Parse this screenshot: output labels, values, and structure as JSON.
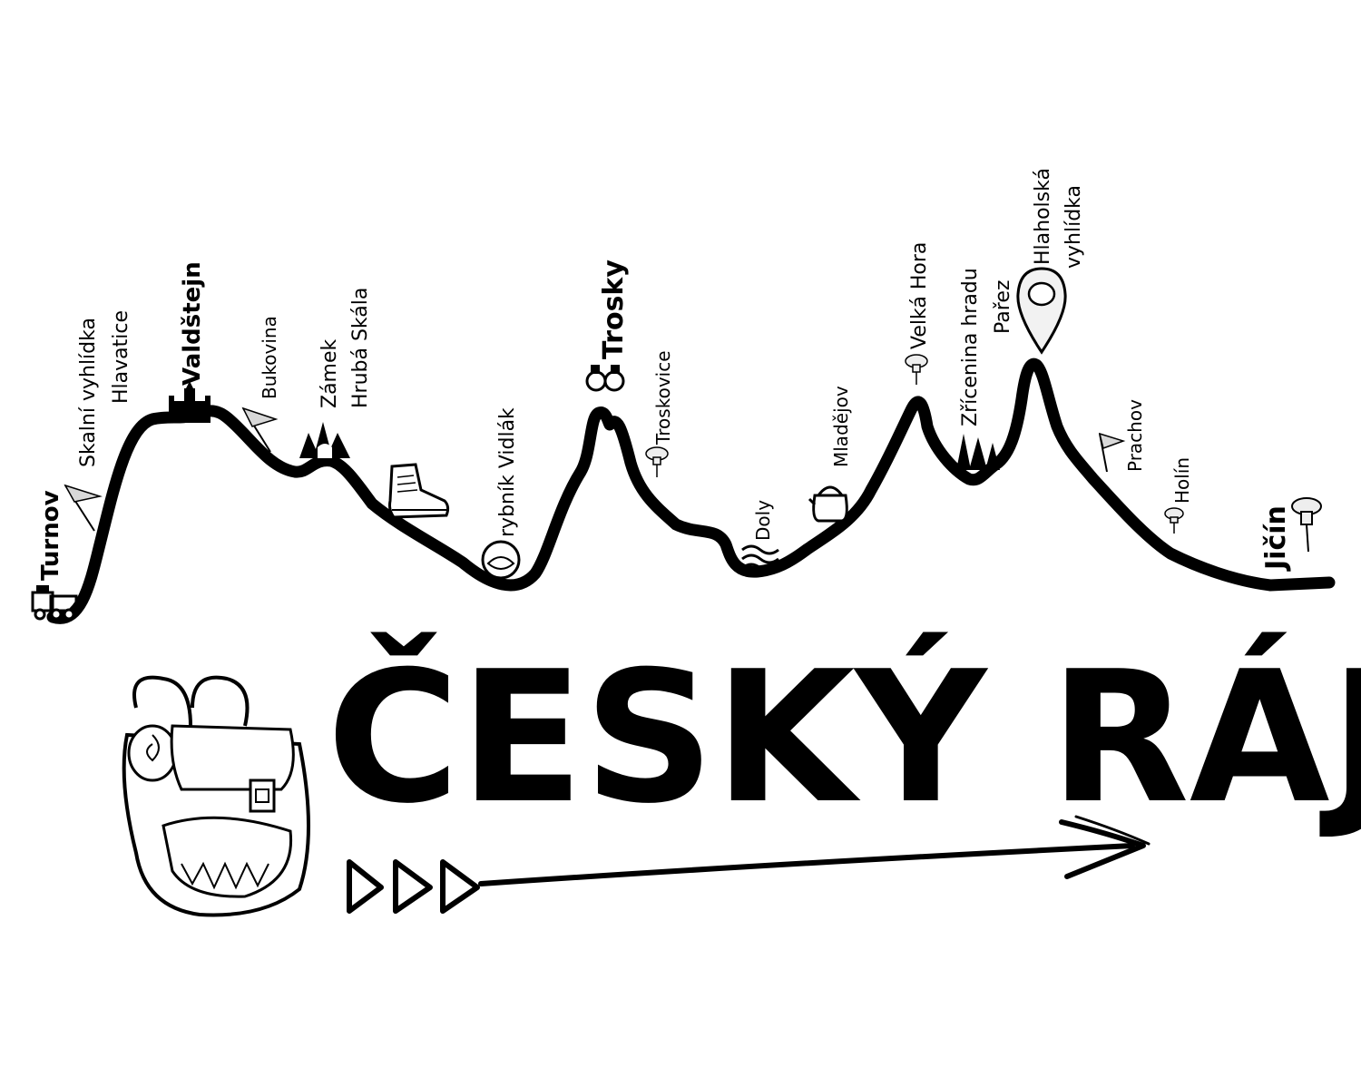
{
  "title": "ČESKÝ RÁJ",
  "colors": {
    "ink": "#000000",
    "paper": "#ffffff",
    "icon_fill": "#f2f2f2"
  },
  "waypoints": [
    {
      "id": "turnov",
      "lines": [
        "Turnov"
      ],
      "icon": "train-icon"
    },
    {
      "id": "hlavatice",
      "lines": [
        "Skalní vyhlídka",
        "Hlavatice"
      ],
      "icon": "flag-icon"
    },
    {
      "id": "valdstejn",
      "lines": [
        "Valdštejn"
      ],
      "icon": "castle-icon"
    },
    {
      "id": "bukovina",
      "lines": [
        "Bukovina"
      ],
      "icon": "flag-icon"
    },
    {
      "id": "hruba-skala",
      "lines": [
        "Zámek",
        "Hrubá Skála"
      ],
      "icon": "castle-gate-icon"
    },
    {
      "id": "boot",
      "lines": [],
      "icon": "hiking-boot-icon"
    },
    {
      "id": "vidlak",
      "lines": [
        "rybník Vidlák"
      ],
      "icon": "fish-pond-icon"
    },
    {
      "id": "trosky",
      "lines": [
        "Trosky"
      ],
      "icon": "binoculars-icon"
    },
    {
      "id": "troskovice",
      "lines": [
        "Troskovice"
      ],
      "icon": "pushpin-icon"
    },
    {
      "id": "doly",
      "lines": [
        "Doly"
      ],
      "icon": "waves-icon"
    },
    {
      "id": "mladejov",
      "lines": [
        "Mladějov"
      ],
      "icon": "kettle-icon"
    },
    {
      "id": "velka-hora",
      "lines": [
        "Velká Hora"
      ],
      "icon": "pushpin-icon"
    },
    {
      "id": "zricenina",
      "lines": [
        "Zřícenina hradu",
        "Pařez"
      ],
      "icon": "forest-icon"
    },
    {
      "id": "hlaholska",
      "lines": [
        "Hlaholská",
        "vyhlídka"
      ],
      "icon": "map-pin-icon"
    },
    {
      "id": "prachov",
      "lines": [
        "Prachov"
      ],
      "icon": "flag-icon"
    },
    {
      "id": "holin",
      "lines": [
        "Holín"
      ],
      "icon": "pushpin-icon"
    },
    {
      "id": "jicin",
      "lines": [
        "Jičín"
      ],
      "icon": "pushpin-icon"
    }
  ],
  "decor": {
    "backpack": "backpack-icon",
    "arrow": "arrow-right-icon"
  }
}
